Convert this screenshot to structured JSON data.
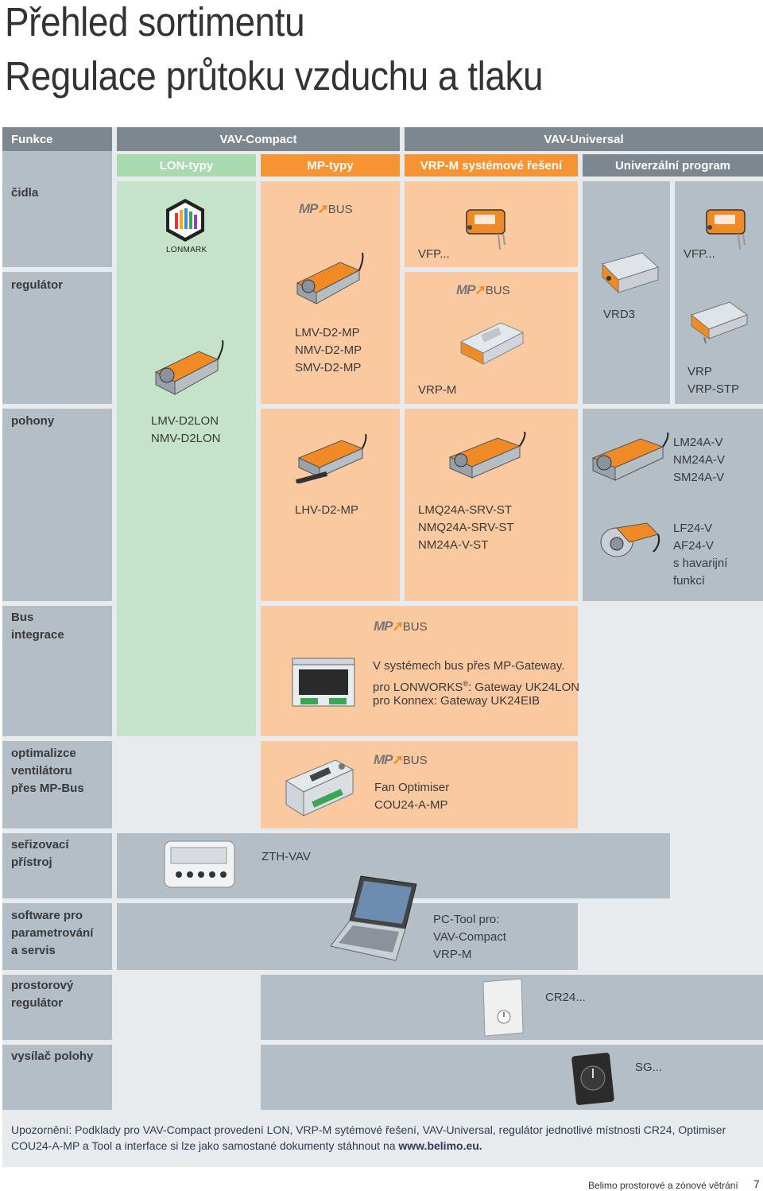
{
  "title": {
    "line1": "Přehled sortimentu",
    "line2": "Regulace průtoku vzduchu a tlaku"
  },
  "headers": {
    "funkce": "Funkce",
    "vav_compact": "VAV-Compact",
    "vav_universal": "VAV-Universal",
    "lon_typy": "LON-typy",
    "mp_typy": "MP-typy",
    "vrpm_system": "VRP-M systémové řešení",
    "univerzalni": "Univerzální program"
  },
  "rows": {
    "cidla": "čidla",
    "regulator": "regulátor",
    "pohony": "pohony",
    "bus_integrace": "Bus\nintegrace",
    "optimalizace": "optimalizce\nventilátoru\npřes MP-Bus",
    "serizovaci": "seřizovací\npřístroj",
    "software": "software pro\nparametrování\na servis",
    "prostorovy": "prostorový\nregulátor",
    "vysilac": "vysílač polohy"
  },
  "cells": {
    "vfp_1": "VFP...",
    "vfp_2": "VFP...",
    "mp_regulators": "LMV-D2-MP\nNMV-D2-MP\nSMV-D2-MP",
    "vrp_m": "VRP-M",
    "vrd3": "VRD3",
    "vrp": "VRP\nVRP-STP",
    "lon_actuators": "LMV-D2LON\nNMV-D2LON",
    "lhv": "LHV-D2-MP",
    "lmq": "LMQ24A-SRV-ST\nNMQ24A-SRV-ST\nNM24A-V-ST",
    "lm24": "LM24A-V\nNM24A-V\nSM24A-V",
    "lf24": "LF24-V\nAF24-V\ns havarijní\nfunkcí",
    "bus_text_1": "V systémech bus přes MP-Gateway.",
    "bus_text_2_pre": "pro ",
    "bus_text_2_lon": "LONWORKS",
    "bus_text_2_post": ": Gateway UK24LON",
    "bus_text_3": "pro Konnex: Gateway UK24EIB",
    "fan_optimiser": "Fan Optimiser\nCOU24-A-MP",
    "zth": "ZTH-VAV",
    "pc_tool": "PC-Tool pro:\nVAV-Compact\nVRP-M",
    "cr24": "CR24...",
    "sg": "SG..."
  },
  "logos": {
    "mp": "MP",
    "bus": "BUS",
    "lonmark": "LONMARK"
  },
  "footnote": {
    "text": "Upozornění: Podklady pro VAV-Compact provedení LON, VRP-M sytémové řešení, VAV-Universal, regulátor jednotlivé místnosti CR24, Optimiser COU24-A-MP a Tool a interface si lze jako samostané dokumenty stáhnout na ",
    "link": "www.belimo.eu."
  },
  "footer": {
    "text": "Belimo prostorové a zónové větrání",
    "page": "7"
  },
  "colors": {
    "gray": "#b4bec7",
    "header_gray": "#7d8790",
    "orange": "#f69332",
    "orange_light": "#fac9a0",
    "green": "#a9d9ae",
    "green_light": "#c5e3c9"
  }
}
